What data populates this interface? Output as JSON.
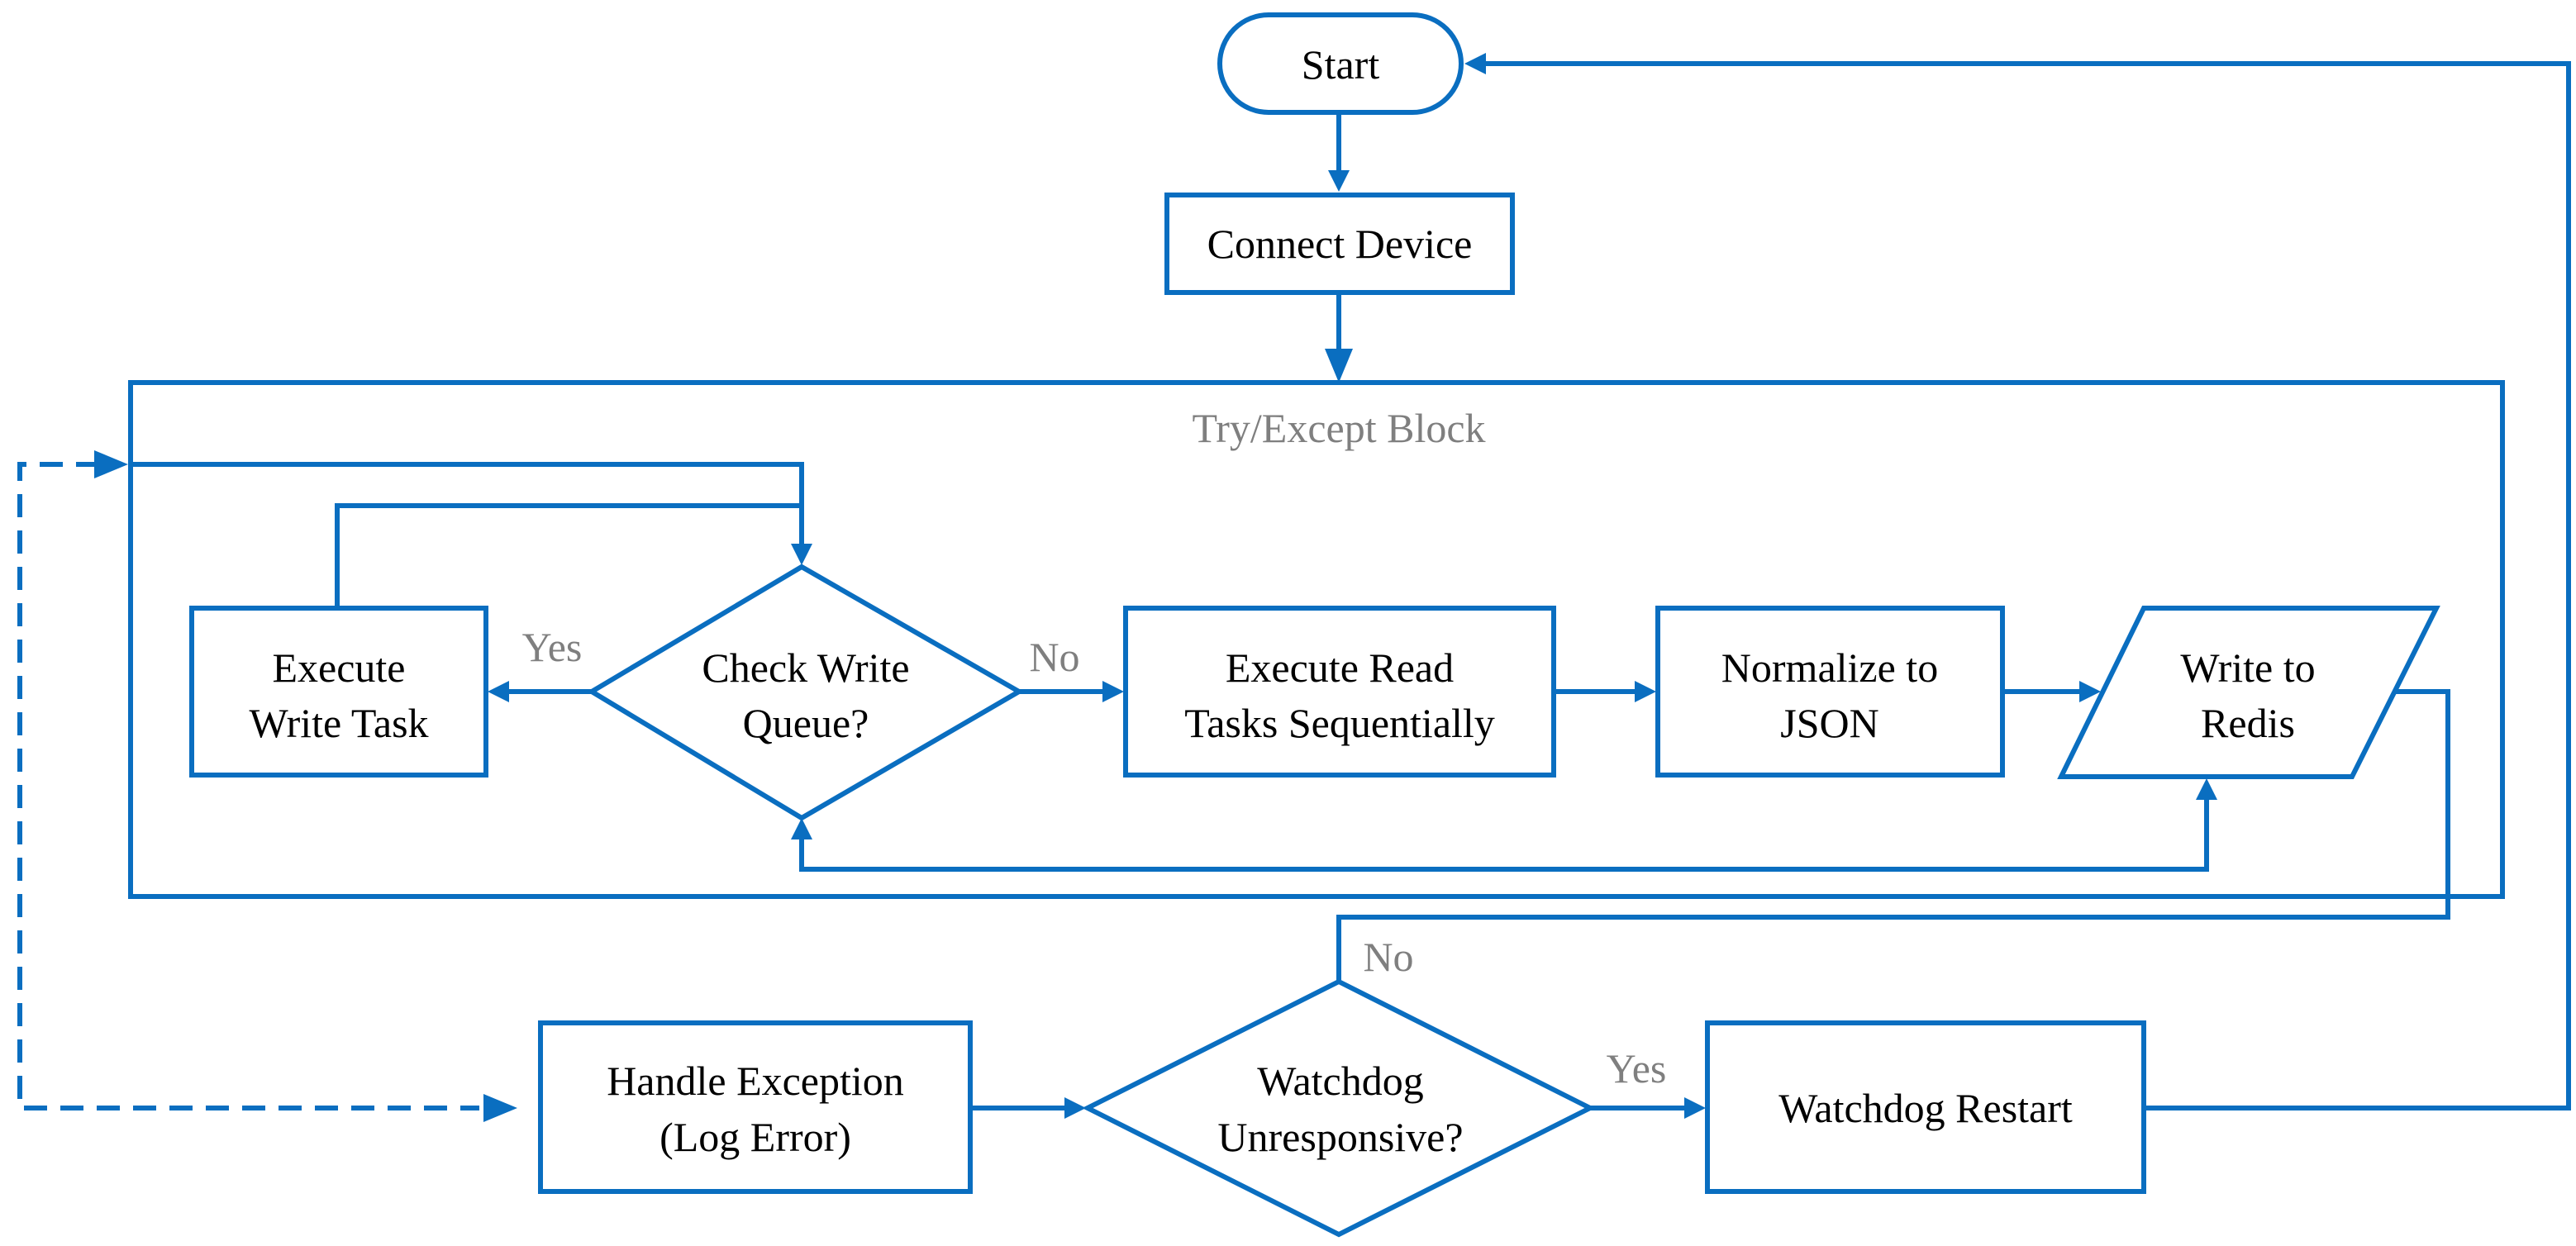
{
  "colors": {
    "accent": "#0a6ec0",
    "label_gray": "#7f7f7f",
    "text": "#000000",
    "background": "#ffffff"
  },
  "group": {
    "title": "Try/Except Block"
  },
  "nodes": {
    "start": {
      "lines": [
        "Start"
      ]
    },
    "connect": {
      "lines": [
        "Connect Device"
      ]
    },
    "check_queue": {
      "lines": [
        "Check Write",
        "Queue?"
      ]
    },
    "exec_write": {
      "lines": [
        "Execute",
        "Write Task"
      ]
    },
    "exec_read": {
      "lines": [
        "Execute Read",
        "Tasks Sequentially"
      ]
    },
    "normalize": {
      "lines": [
        "Normalize to",
        "JSON"
      ]
    },
    "write_redis": {
      "lines": [
        "Write to",
        "Redis"
      ]
    },
    "handle_exc": {
      "lines": [
        "Handle Exception",
        "(Log Error)"
      ]
    },
    "watchdog_q": {
      "lines": [
        "Watchdog",
        "Unresponsive?"
      ]
    },
    "watchdog_restart": {
      "lines": [
        "Watchdog Restart"
      ]
    }
  },
  "edge_labels": {
    "queue_yes": "Yes",
    "queue_no": "No",
    "watchdog_no": "No",
    "watchdog_yes": "Yes"
  }
}
